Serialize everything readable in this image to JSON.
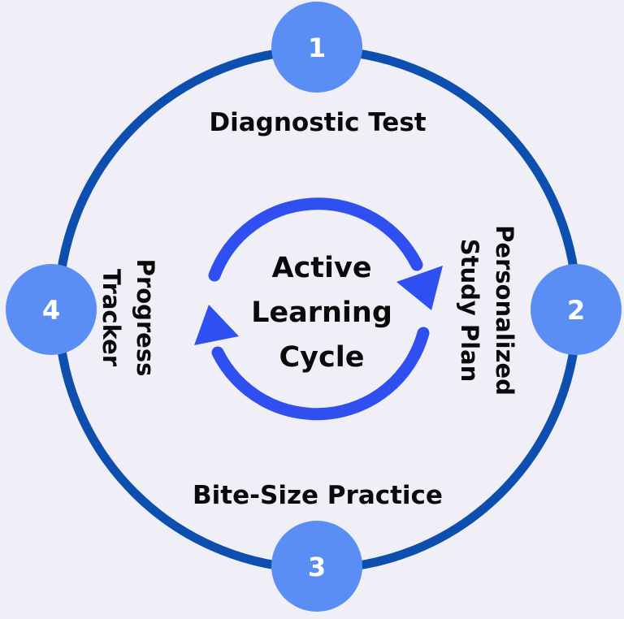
{
  "diagram": {
    "center_title": {
      "line1": "Active",
      "line2": "Learning",
      "line3": "Cycle"
    },
    "steps": [
      {
        "number": "1",
        "label": "Diagnostic Test"
      },
      {
        "number": "2",
        "label_line1": "Personalized",
        "label_line2": "Study Plan"
      },
      {
        "number": "3",
        "label": "Bite-Size Practice"
      },
      {
        "number": "4",
        "label_line1": "Progress",
        "label_line2": "Tracker"
      }
    ],
    "colors": {
      "background": "#f0eff7",
      "ring": "#0d4fae",
      "node_fill": "#5b8ef5",
      "node_text": "#ffffff",
      "cycle_arrows": "#2f4ff0",
      "label_text": "#0a0a0a"
    }
  }
}
